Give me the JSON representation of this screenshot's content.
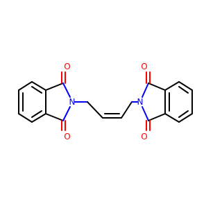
{
  "molecule": {
    "atoms": {
      "o1": "O",
      "o2": "O",
      "o3": "O",
      "o4": "O",
      "n1": "N",
      "n2": "N"
    },
    "colors": {
      "carbon_bond": "#000000",
      "nitrogen": "#0000ff",
      "oxygen": "#ff0000",
      "background": "#ffffff"
    }
  }
}
